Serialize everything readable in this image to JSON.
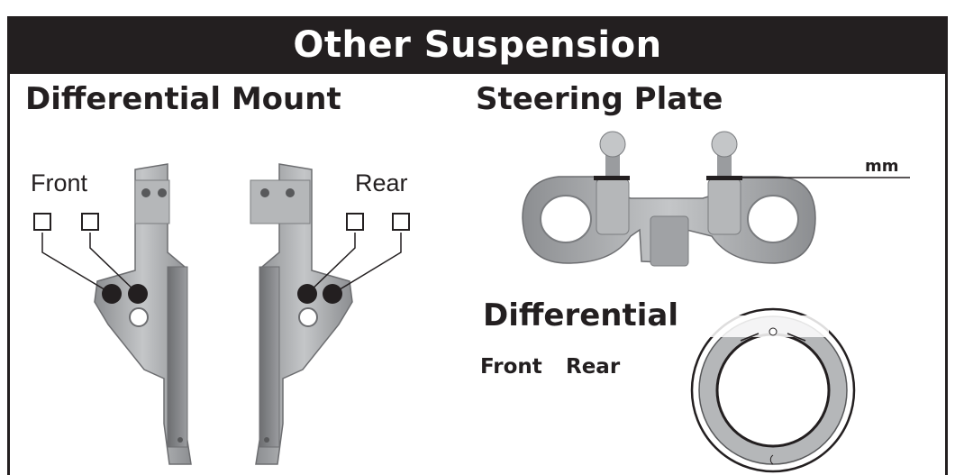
{
  "banner": {
    "title": "Other Suspension"
  },
  "differential_mount": {
    "heading": "Differential Mount",
    "front_label": "Front",
    "rear_label": "Rear"
  },
  "steering_plate": {
    "heading": "Steering Plate",
    "unit_label": "mm"
  },
  "differential": {
    "heading": "Differential",
    "front_label": "Front",
    "rear_label": "Rear"
  },
  "colors": {
    "banner_bg": "#231f20",
    "banner_text": "#ffffff",
    "part_gray": "#a7a9ac",
    "part_dark": "#6d6e71"
  }
}
